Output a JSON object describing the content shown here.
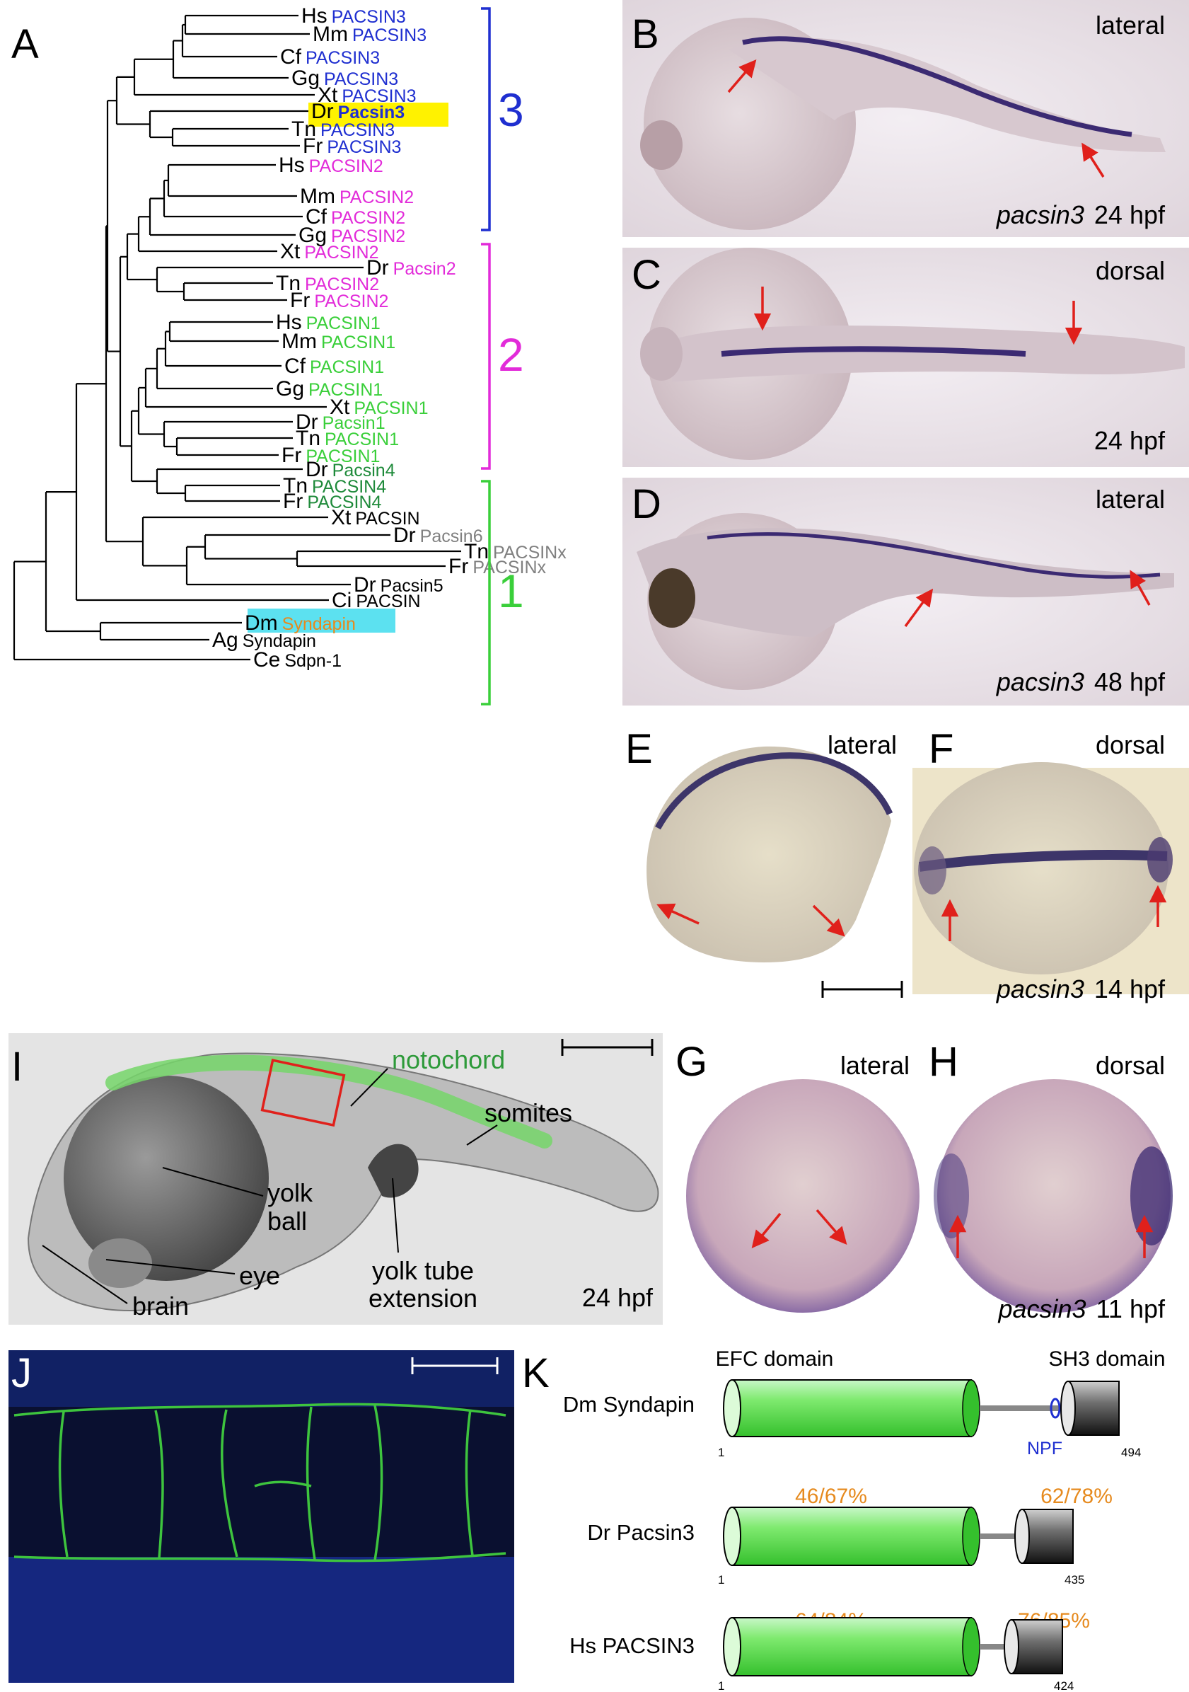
{
  "panel_labels": {
    "A": "A",
    "B": "B",
    "C": "C",
    "D": "D",
    "E": "E",
    "F": "F",
    "G": "G",
    "H": "H",
    "I": "I",
    "J": "J",
    "K": "K"
  },
  "colors": {
    "group3": "#1F2FD0",
    "group2": "#E22BD9",
    "group1": "#3ACF3A",
    "group1_dark": "#1E8A3A",
    "group_other": "#808080",
    "danio": "#E0201B",
    "syndapin": "#E68A1E",
    "highlight_yellow": "#FFF200",
    "highlight_cyan": "#5CE1F0",
    "arrow": "#E0201B"
  },
  "tree": {
    "group3_label": "3",
    "group2_label": "2",
    "group1_label": "1",
    "leaves": [
      {
        "sp": "Hs",
        "gene": "PACSIN3",
        "cls": "g3"
      },
      {
        "sp": "Mm",
        "gene": "PACSIN3",
        "cls": "g3"
      },
      {
        "sp": "Cf",
        "gene": "PACSIN3",
        "cls": "g3"
      },
      {
        "sp": "Gg",
        "gene": "PACSIN3",
        "cls": "g3"
      },
      {
        "sp": "Xt",
        "gene": "PACSIN3",
        "cls": "g3"
      },
      {
        "sp": "Dr",
        "gene": "Pacsin3",
        "cls": "g3"
      },
      {
        "sp": "Tn",
        "gene": "PACSIN3",
        "cls": "g3"
      },
      {
        "sp": "Fr",
        "gene": "PACSIN3",
        "cls": "g3"
      },
      {
        "sp": "Hs",
        "gene": "PACSIN2",
        "cls": "g2"
      },
      {
        "sp": "Mm",
        "gene": "PACSIN2",
        "cls": "g2"
      },
      {
        "sp": "Cf",
        "gene": "PACSIN2",
        "cls": "g2"
      },
      {
        "sp": "Gg",
        "gene": "PACSIN2",
        "cls": "g2"
      },
      {
        "sp": "Xt",
        "gene": "PACSIN2",
        "cls": "g2"
      },
      {
        "sp": "Dr",
        "gene": "Pacsin2",
        "cls": "g2"
      },
      {
        "sp": "Tn",
        "gene": "PACSIN2",
        "cls": "g2"
      },
      {
        "sp": "Fr",
        "gene": "PACSIN2",
        "cls": "g2"
      },
      {
        "sp": "Hs",
        "gene": "PACSIN1",
        "cls": "g1"
      },
      {
        "sp": "Mm",
        "gene": "PACSIN1",
        "cls": "g1"
      },
      {
        "sp": "Cf",
        "gene": "PACSIN1",
        "cls": "g1"
      },
      {
        "sp": "Gg",
        "gene": "PACSIN1",
        "cls": "g1"
      },
      {
        "sp": "Xt",
        "gene": "PACSIN1",
        "cls": "g1"
      },
      {
        "sp": "Dr",
        "gene": "Pacsin1",
        "cls": "g1"
      },
      {
        "sp": "Tn",
        "gene": "PACSIN1",
        "cls": "g1"
      },
      {
        "sp": "Fr",
        "gene": "PACSIN1",
        "cls": "g1"
      },
      {
        "sp": "Dr",
        "gene": "Pacsin4",
        "cls": "g1d"
      },
      {
        "sp": "Tn",
        "gene": "PACSIN4",
        "cls": "g1d"
      },
      {
        "sp": "Fr",
        "gene": "PACSIN4",
        "cls": "g1d"
      },
      {
        "sp": "Xt",
        "gene": "PACSIN",
        "cls": "blk"
      },
      {
        "sp": "Dr",
        "gene": "Pacsin6",
        "cls": "gry"
      },
      {
        "sp": "Tn",
        "gene": "PACSINx",
        "cls": "gry"
      },
      {
        "sp": "Fr",
        "gene": "PACSINx",
        "cls": "gry"
      },
      {
        "sp": "Dr",
        "gene": "Pacsin5",
        "cls": "blk"
      },
      {
        "sp": "Ci",
        "gene": "PACSIN",
        "cls": "blk"
      },
      {
        "sp": "Dm",
        "gene": "Syndapin",
        "cls": "syn"
      },
      {
        "sp": "Ag",
        "gene": "Syndapin",
        "cls": "blk"
      },
      {
        "sp": "Ce",
        "gene": "Sdpn-1",
        "cls": "blk"
      }
    ]
  },
  "panels": {
    "B": {
      "view": "lateral",
      "gene": "pacsin3",
      "stage": "24 hpf"
    },
    "C": {
      "view": "dorsal",
      "stage": "24 hpf"
    },
    "D": {
      "view": "lateral",
      "gene": "pacsin3",
      "stage": "48 hpf"
    },
    "E": {
      "view": "lateral"
    },
    "F": {
      "view": "dorsal",
      "gene": "pacsin3",
      "stage": "14 hpf"
    },
    "G": {
      "view": "lateral"
    },
    "H": {
      "view": "dorsal",
      "gene": "pacsin3",
      "stage": "11 hpf"
    },
    "I": {
      "notochord": "notochord",
      "somites": "somites",
      "yolk_ball_1": "yolk",
      "yolk_ball_2": "ball",
      "eye": "eye",
      "brain": "brain",
      "yolk_tube_1": "yolk tube",
      "yolk_tube_2": "extension",
      "stage": "24 hpf"
    }
  },
  "domains": {
    "efc_label": "EFC domain",
    "sh3_label": "SH3 domain",
    "npf_label": "NPF",
    "proteins": [
      {
        "name": "Dm Syndapin",
        "start": "1",
        "end": "494"
      },
      {
        "name": "Dr Pacsin3",
        "start": "1",
        "end": "435"
      },
      {
        "name": "Hs PACSIN3",
        "start": "1",
        "end": "424"
      }
    ],
    "identity": [
      {
        "efc": "46/67%",
        "sh3": "62/78%"
      },
      {
        "efc": "64/84%",
        "sh3": "76/85%"
      }
    ]
  }
}
